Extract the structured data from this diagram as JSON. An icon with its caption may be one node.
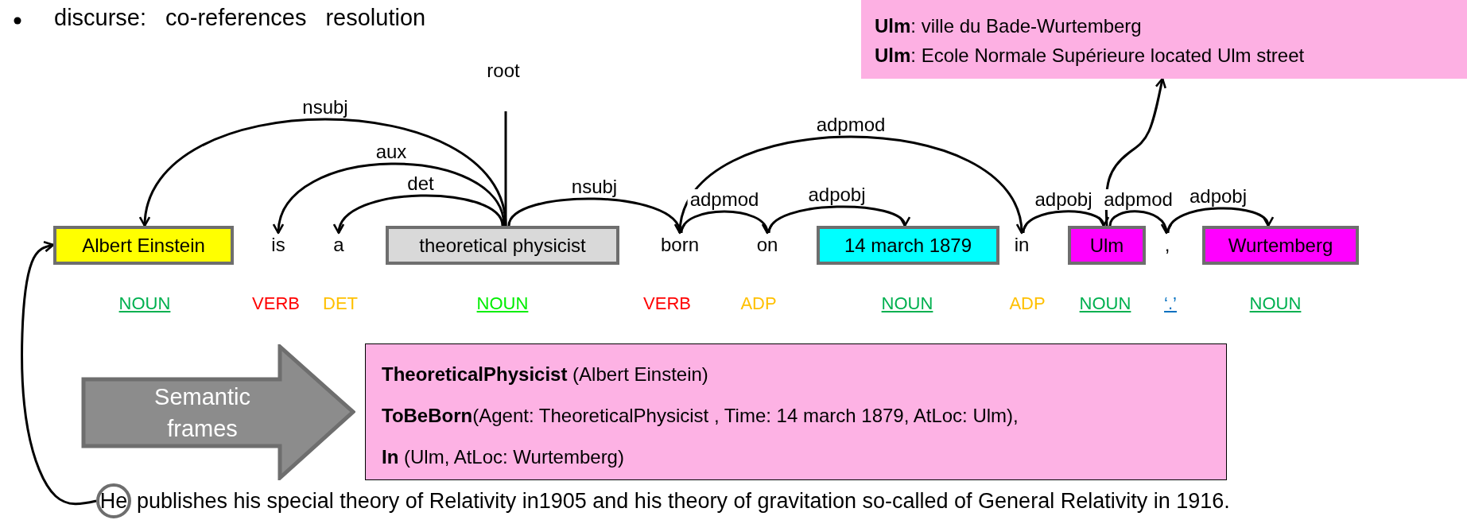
{
  "diagram": {
    "title": "discurse: co-references resolution",
    "nodes": [
      {
        "text": [
          "**Ulm**: ville du Bade-Wurtemberg",
          "**Ulm**: Ecole Normale Supérieure located Ulm street"
        ]
      },
      {
        "text": [
          "Albert Einstein"
        ]
      },
      {
        "text": [
          "is"
        ]
      },
      {
        "text": [
          "a"
        ]
      },
      {
        "text": [
          "theoretical physicist"
        ]
      },
      {
        "text": [
          "born"
        ]
      },
      {
        "text": [
          "on"
        ]
      },
      {
        "text": [
          "14 march 1879"
        ]
      },
      {
        "text": [
          "in"
        ]
      },
      {
        "text": [
          "Ulm"
        ]
      },
      {
        "text": [
          ","
        ]
      },
      {
        "text": [
          "Wurtemberg"
        ]
      },
      {
        "text": [
          "Semantic frames"
        ]
      },
      {
        "text": [
          "**TheoreticalPhysicist** (Albert Einstein)",
          "**ToBeBorn**(Agent: TheoreticalPhysicist , Time: 14 march 1879, AtLoc: Ulm),",
          "**In** (Ulm, AtLoc: Wurtemberg)"
        ]
      },
      {
        "text": [
          "He"
        ]
      }
    ],
    "edges": [
      {
        "from": 4,
        "to": 1,
        "arrow": "to",
        "label": "nsubj"
      },
      {
        "from": 4,
        "to": 2,
        "arrow": "to",
        "label": "aux"
      },
      {
        "from": 4,
        "to": 3,
        "arrow": "to",
        "label": "det"
      },
      {
        "from": 4,
        "to": 5,
        "arrow": "to",
        "label": "nsubj"
      },
      {
        "from": 5,
        "to": 8,
        "arrow": "to",
        "label": "adpmod"
      },
      {
        "from": 5,
        "to": 6,
        "arrow": "to",
        "label": "adpmod"
      },
      {
        "from": 6,
        "to": 7,
        "arrow": "to",
        "label": "adpobj"
      },
      {
        "from": 8,
        "to": 9,
        "arrow": "to",
        "label": "adpobj"
      },
      {
        "from": 9,
        "to": 10,
        "arrow": "to",
        "label": "adpmod"
      },
      {
        "from": 10,
        "to": 11,
        "arrow": "to",
        "label": "adpobj"
      },
      {
        "from": 9,
        "to": 0,
        "arrow": "to"
      },
      {
        "from": 14,
        "to": 1,
        "arrow": "to"
      },
      {
        "from": null,
        "to": 4,
        "arrow": "none",
        "label": "root"
      }
    ],
    "labels": [
      "NOUN",
      "VERB",
      "DET",
      "NOUN",
      "VERB",
      "ADP",
      "NOUN",
      "ADP",
      "NOUN",
      "‘.’",
      "NOUN",
      "publishes his special theory of Relativity in1905 and his theory of gravitation so-called of General Relativity in 1916."
    ]
  }
}
